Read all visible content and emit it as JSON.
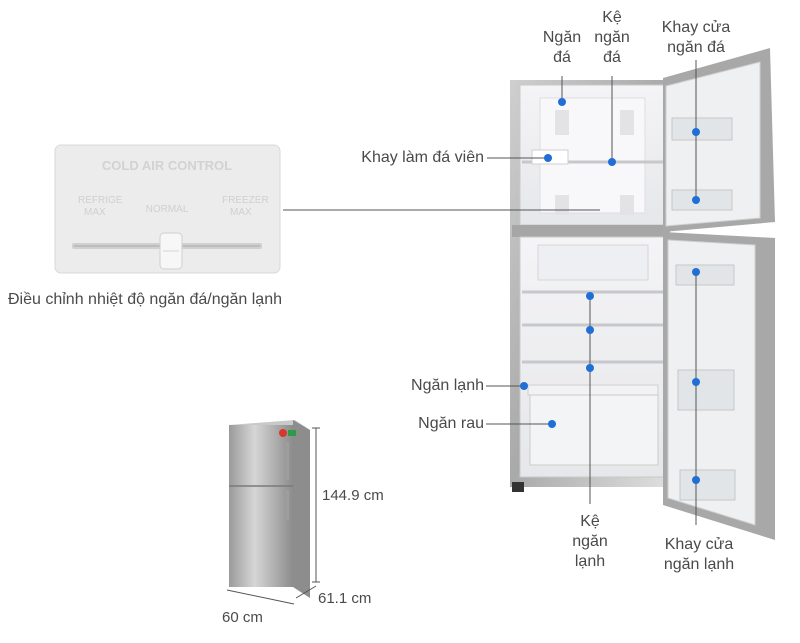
{
  "labels": {
    "freezer_compartment": [
      "Ngăn",
      "đá"
    ],
    "freezer_shelf": [
      "Kệ",
      "ngăn",
      "đá"
    ],
    "freezer_door_tray": [
      "Khay cửa",
      "ngăn đá"
    ],
    "ice_tray": "Khay làm đá viên",
    "fridge_compartment": "Ngăn lạnh",
    "vegetable_drawer": "Ngăn rau",
    "fridge_shelf": [
      "Kệ",
      "ngăn",
      "lạnh"
    ],
    "fridge_door_tray": [
      "Khay cửa",
      "ngăn lạnh"
    ],
    "temperature_control": "Điều chỉnh nhiệt độ ngăn đá/ngăn lạnh"
  },
  "control_panel": {
    "title": "COLD AIR CONTROL",
    "left_mark": [
      "REFRIGE",
      "MAX"
    ],
    "center_mark": "NORMAL",
    "right_mark": [
      "FREEZER",
      "MAX"
    ]
  },
  "dimensions": {
    "height": "144.9 cm",
    "depth": "61.1 cm",
    "width": "60 cm"
  },
  "colors": {
    "marker": "#1f6fd6",
    "leader": "#555555",
    "text": "#4a4a4a",
    "steel": "#b8b8b8"
  }
}
